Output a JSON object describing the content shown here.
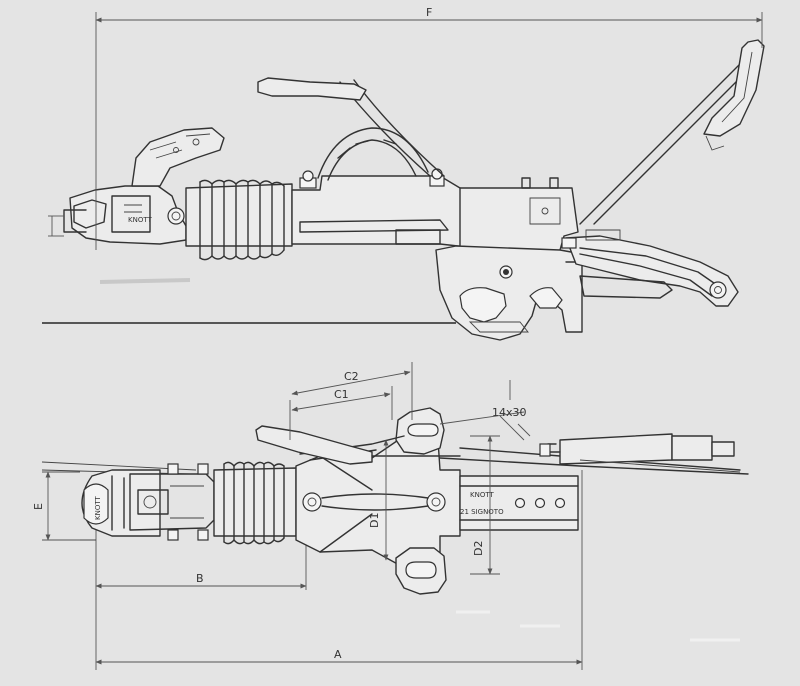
{
  "dimensions": {
    "F": "F",
    "A": "A",
    "B": "B",
    "C1": "C1",
    "C2": "C2",
    "D1": "D1",
    "D2": "D2",
    "E": "E",
    "bolt": "14x30"
  },
  "stamps": {
    "side_coupling": "KNOTT",
    "plan_head": "KNOTT",
    "plan_body_1": "KNOTT",
    "plan_body_2": "21 SIGNOTO"
  }
}
